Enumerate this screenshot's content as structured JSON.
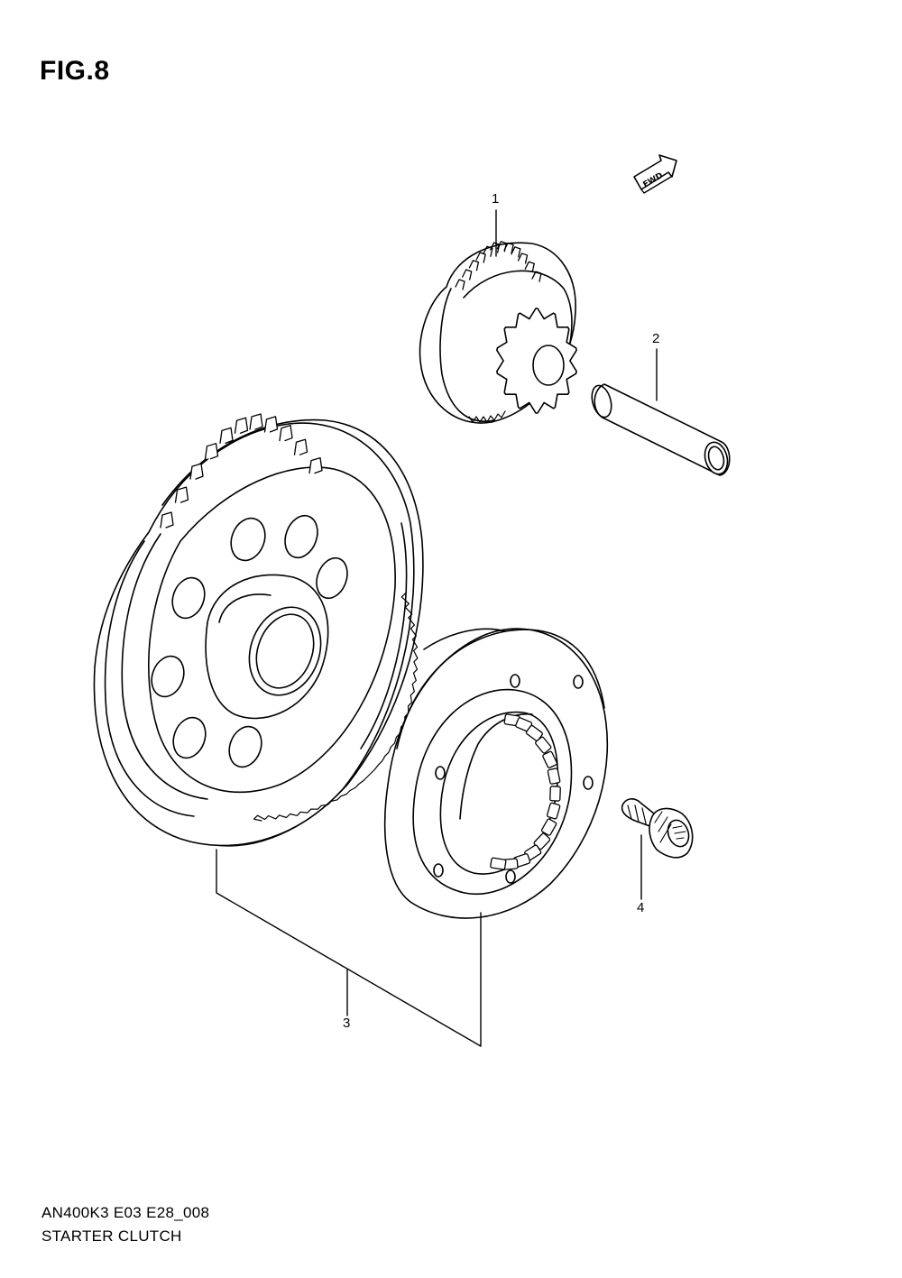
{
  "figure": {
    "title": "FIG.8"
  },
  "direction_marker": {
    "label": "FWD"
  },
  "callouts": [
    {
      "number": "1",
      "part": "idler-gear"
    },
    {
      "number": "2",
      "part": "idler-shaft"
    },
    {
      "number": "3",
      "part": "starter-clutch-assembly"
    },
    {
      "number": "4",
      "part": "clutch-bolt"
    }
  ],
  "footer": {
    "model_code": "AN400K3 E03 E28_008",
    "section_name": "STARTER CLUTCH"
  }
}
